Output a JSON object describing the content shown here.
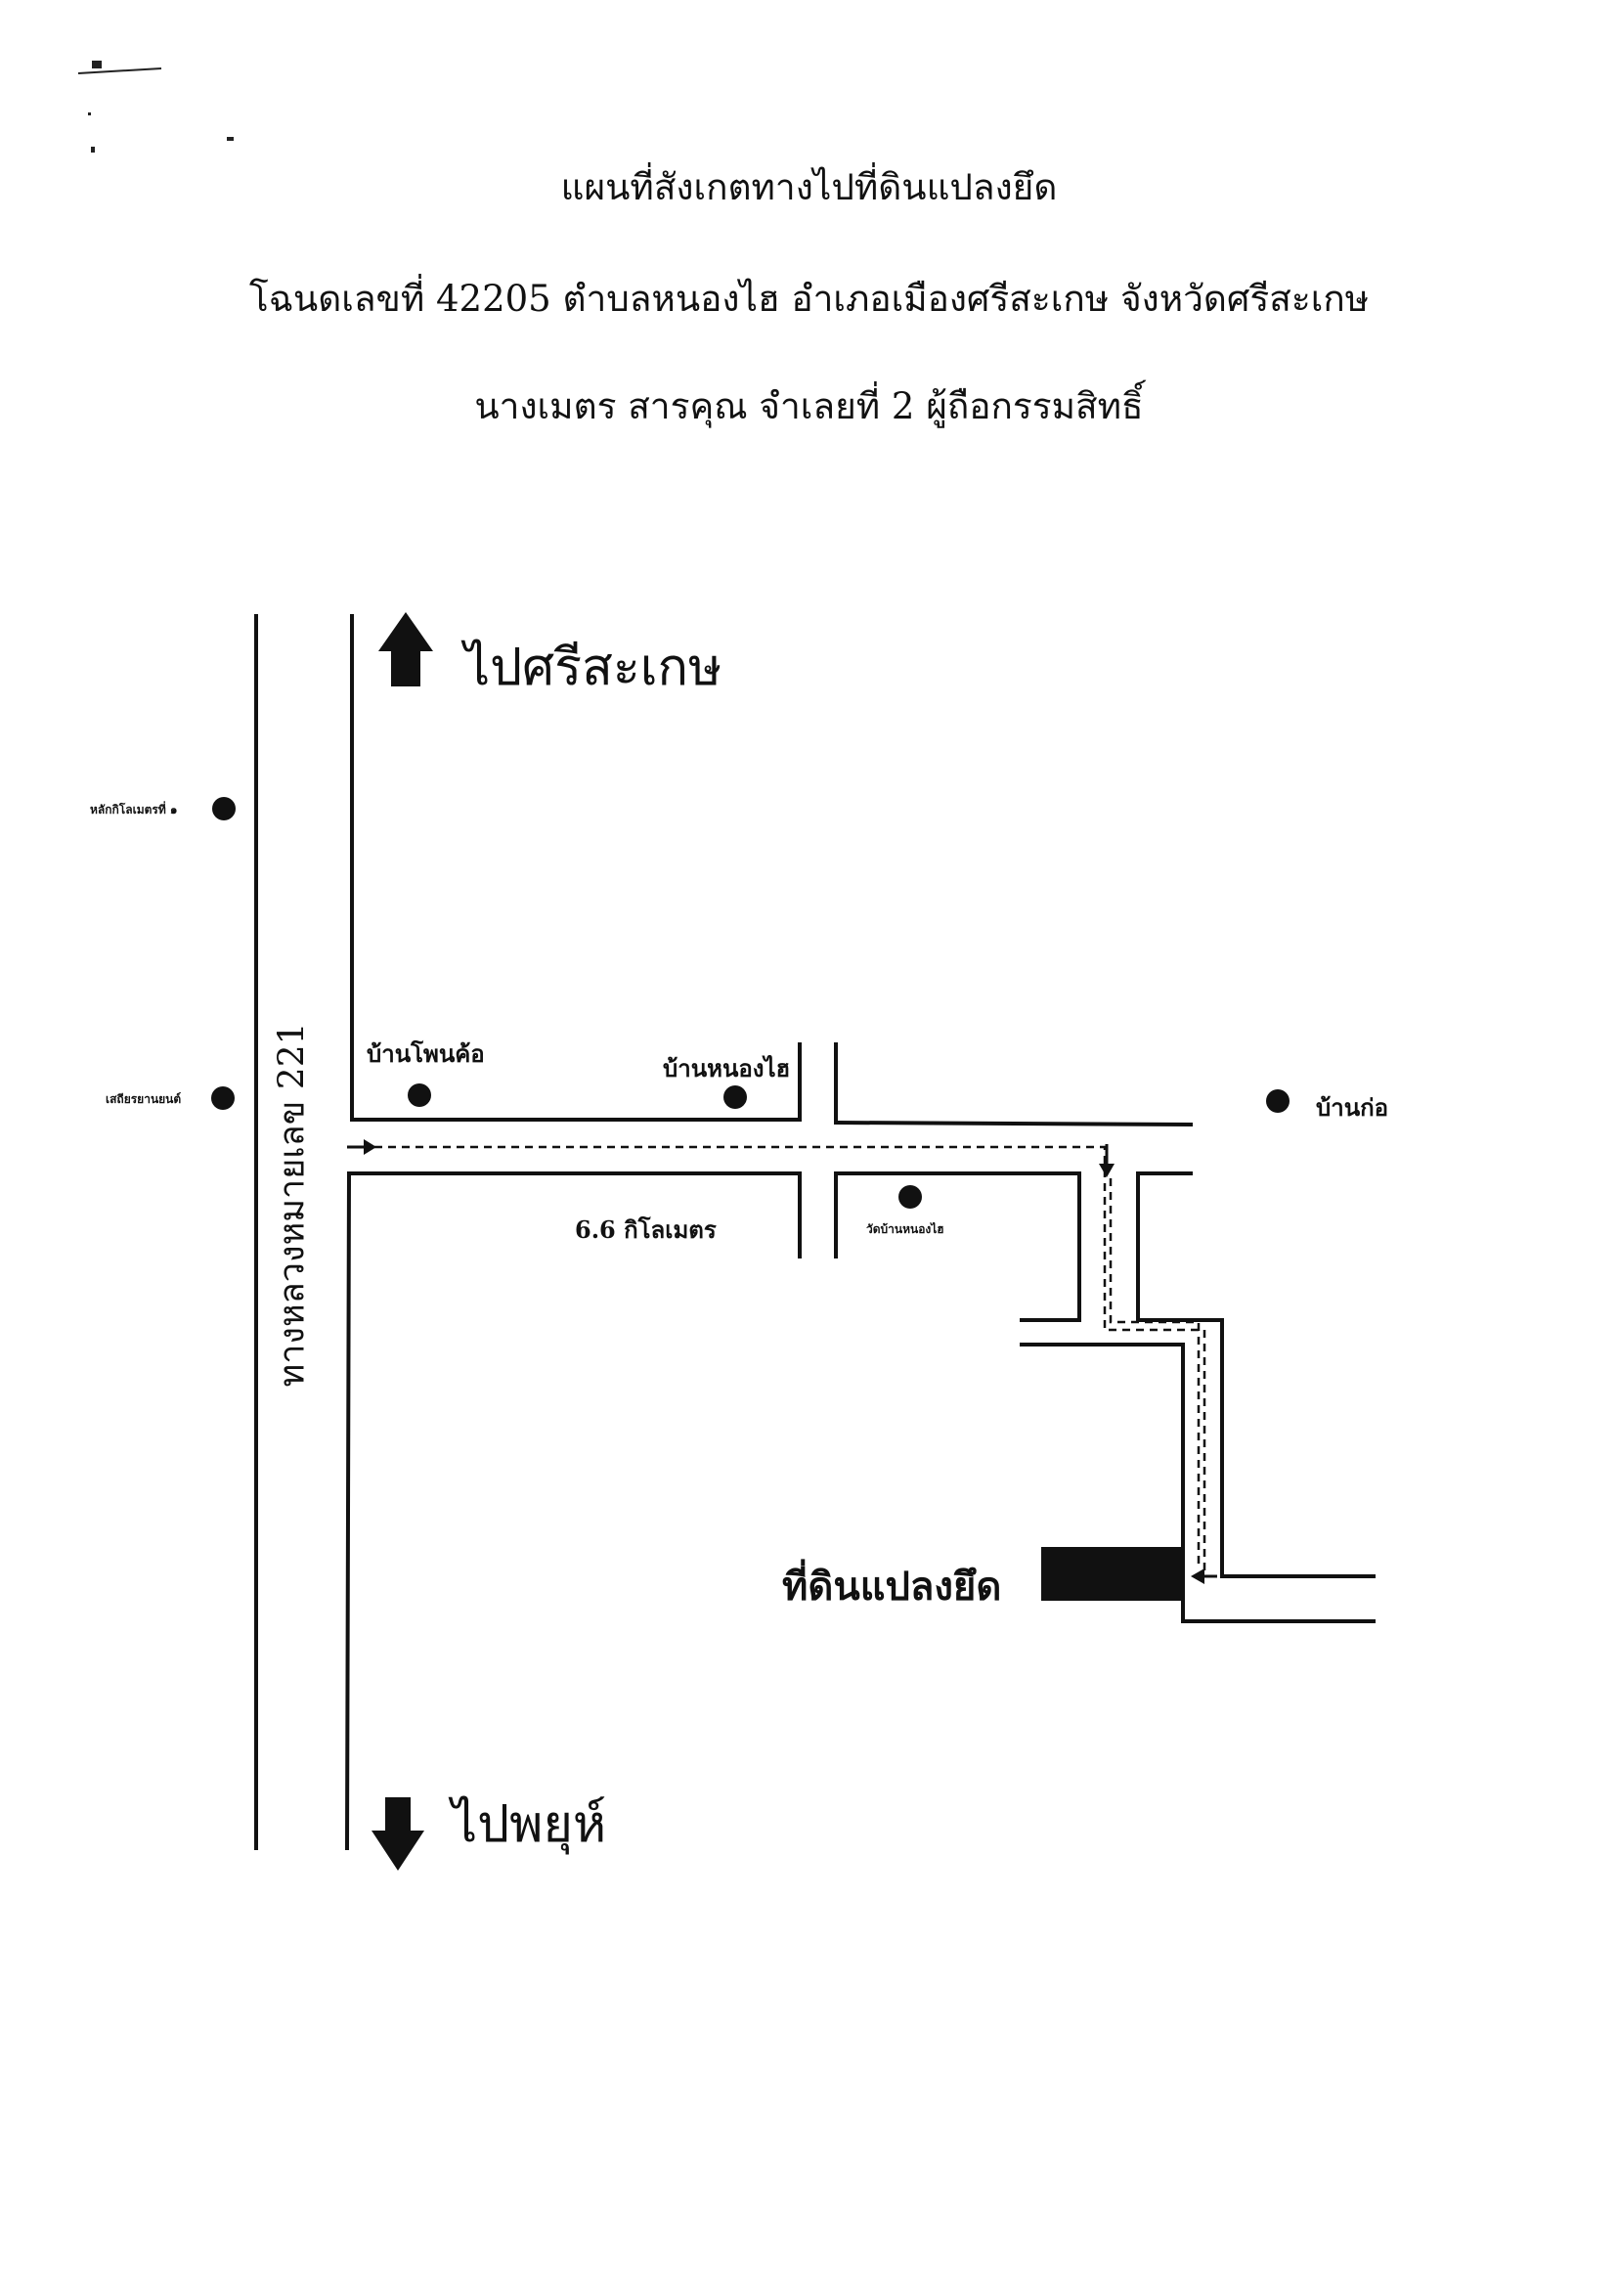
{
  "header": {
    "title": "แผนที่สังเกตทางไปที่ดินแปลงยึด",
    "deed_line": "โฉนดเลขที่ 42205  ตำบลหนองไฮ  อำเภอเมืองศรีสะเกษ  จังหวัดศรีสะเกษ",
    "owner_line": "นางเมตร  สารคุณ  จำเลยที่  2  ผู้ถือกรรมสิทธิ์"
  },
  "map": {
    "direction_north": "ไปศรีสะเกษ",
    "direction_south": "ไปพยุห์",
    "highway_label": "ทางหลวงหมายเลข  221",
    "landmarks": {
      "km_marker": "หลักกิโลเมตรที่ ๑",
      "gas_station": "เสถียรยานยนต์",
      "ban_phon_kho": "บ้านโพนค้อ",
      "ban_nong_hai": "บ้านหนองไฮ",
      "ban_ko": "บ้านก่อ",
      "wat_ban_nong_hai": "วัดบ้านหนองไฮ"
    },
    "distance": "6.6 กิโลเมตร",
    "target_parcel": "ที่ดินแปลงยึด",
    "colors": {
      "ink": "#111111",
      "paper": "#ffffff"
    }
  }
}
